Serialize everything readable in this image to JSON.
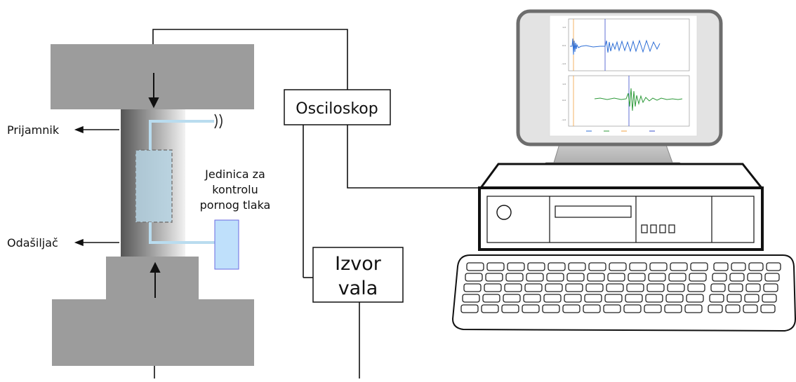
{
  "labels": {
    "receiver": "Prijamnik",
    "transmitter": "Odašiljač",
    "pore_pressure_unit": [
      "Jedinica za",
      "kontrolu",
      "pornog tlaka"
    ],
    "oscilloscope": "Osciloskop",
    "wave_source": [
      "Izvor",
      "vala"
    ]
  },
  "colors": {
    "press": "#9c9c9c",
    "sample_dark": "#555555",
    "sample_light": "#f2f2f2",
    "water_line": "#b9dcef",
    "control_unit_fill": "#bfe0fb",
    "control_unit_stroke": "#6a6ae0",
    "monitor_frame": "#6d6d6d",
    "wave_top": "#2f6fd6",
    "wave_bottom": "#2e9a3a",
    "marker_orange": "#f0a040",
    "marker_blue": "#3a4fcc"
  },
  "icons": {
    "left_arrows": "arrow-left-icon",
    "load_arrows": "arrow-vertical-icon",
    "hose_break": "break-mark-icon"
  }
}
